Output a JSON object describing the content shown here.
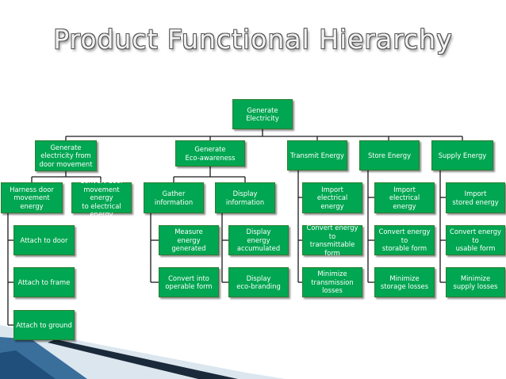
{
  "slide": {
    "title": "Product Functional Hierarchy"
  },
  "nodes": {
    "generate_electricity": "Generate\nElectricity",
    "generate_from_door": "Generate\nelectricity from\ndoor movement",
    "generate_eco_awareness": "Generate\nEco-awareness",
    "transmit_energy": "Transmit Energy",
    "store_energy": "Store Energy",
    "supply_energy": "Supply Energy",
    "harness_door_movement": "Harness door\nmovement energy",
    "convert_door_movement": "Convert door\nmovement energy\nto electrical energy",
    "gather_information": "Gather\ninformation",
    "display_information": "Display\ninformation",
    "import_electrical_energy_transmit": "Import\nelectrical energy",
    "import_electrical_energy_store": "Import\nelectrical energy",
    "import_stored_energy": "Import\nstored energy",
    "attach_to_door": "Attach to door",
    "attach_to_frame": "Attach to frame",
    "attach_to_ground": "Attach to ground",
    "measure_energy": "Measure\nenergy\ngenerated",
    "display_energy_accumulated": "Display\nenergy\naccumulated",
    "convert_to_transmittable": "Convert energy to\ntransmittable form",
    "convert_to_storable": "Convert energy to\nstorable form",
    "convert_to_usable": "Convert energy to\nusable form",
    "convert_to_operable": "Convert into\noperable form",
    "display_eco_branding": "Display\neco-branding",
    "minimize_transmission_losses": "Minimize\ntransmission\nlosses",
    "minimize_storage_losses": "Minimize\nstorage losses",
    "minimize_supply_losses": "Minimize\nsupply losses"
  },
  "colors": {
    "node_fill": "#00a651",
    "node_text": "#ffffff",
    "connector": "#1a1a1a",
    "title_text": "#f2f2f2"
  }
}
